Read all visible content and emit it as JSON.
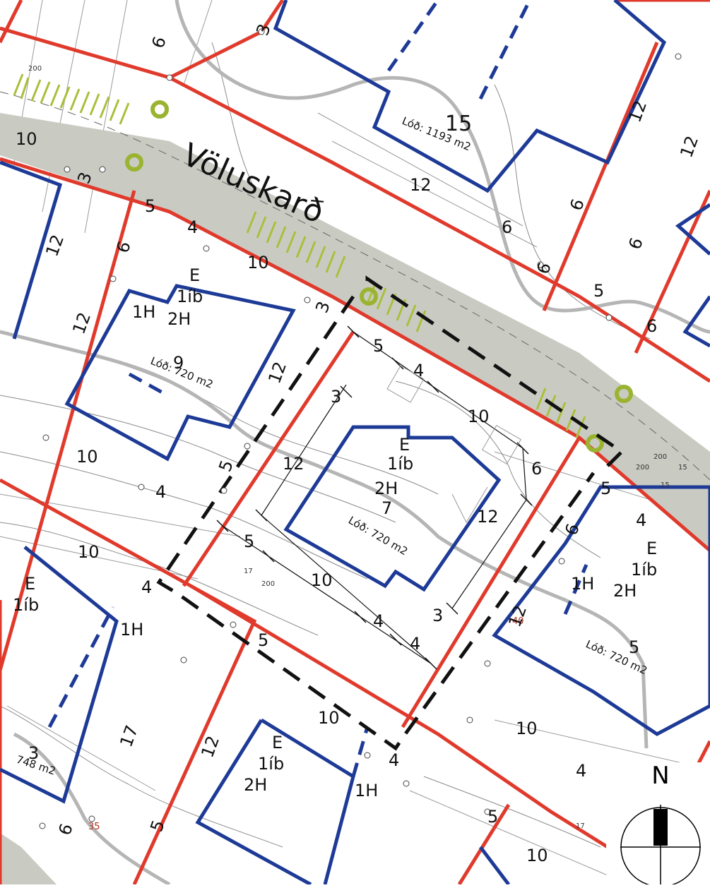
{
  "map": {
    "street_name": "Völuskarð",
    "north_label": "N",
    "colors": {
      "road_fill": "#c9cbc3",
      "plot_boundary": "#e03a2c",
      "building_line": "#1d3a96",
      "plan_boundary": "#111111",
      "vegetation": "#a9bf3a",
      "contours": "#8a8a8a"
    },
    "main_plot": {
      "number": "7",
      "use": "E",
      "units": "1íb",
      "floors": "2H",
      "area": "Lóð: 720 m2"
    },
    "plots": [
      {
        "number": "9",
        "use": "E",
        "units": "1íb",
        "floors": "2H",
        "floors_alt": "1H",
        "area": "Lóð: 720 m2"
      },
      {
        "number": "15",
        "area": "Lóð: 1193 m2"
      },
      {
        "number": "5",
        "use": "E",
        "units": "1íb",
        "floors": "2H",
        "floors_alt": "1H",
        "area": "Lóð: 720 m2"
      },
      {
        "number": "3",
        "use": "E",
        "units": "1íb",
        "floors_alt": "1H",
        "area": "748 m2"
      },
      {
        "use": "E",
        "units": "1íb",
        "floors": "2H",
        "floors_alt": "1H"
      }
    ],
    "dimensions": [
      "5",
      "4",
      "10",
      "3",
      "12",
      "6",
      "12",
      "5",
      "10",
      "4",
      "4",
      "3"
    ],
    "misc_numbers": [
      "200",
      "15",
      "17",
      "35",
      "40"
    ]
  }
}
